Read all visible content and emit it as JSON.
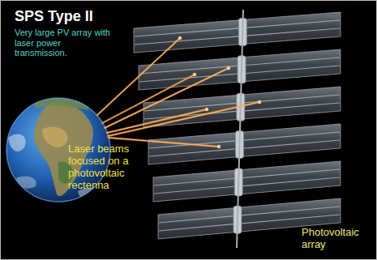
{
  "diagram": {
    "title": "SPS Type II",
    "labels": [
      "Very large PV array with laser power transmission.",
      "Laser beams focused on a photovoltaic rectenna",
      "Photovoltaic array"
    ]
  }
}
